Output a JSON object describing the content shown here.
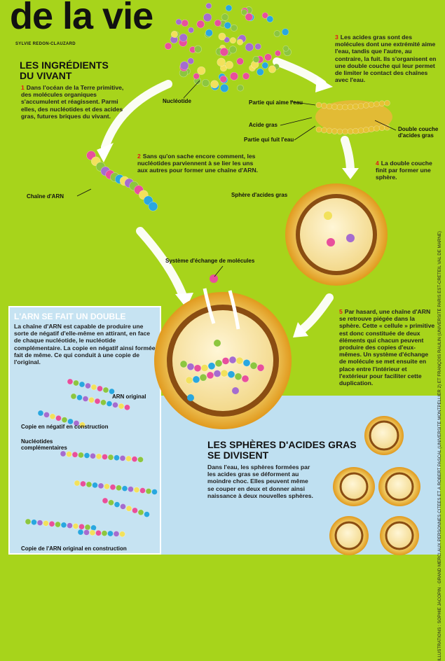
{
  "title": "de la vie",
  "byline": "SYLVIE REDON-CLAUZARD",
  "section_ingredients": {
    "heading_line1": "LES INGRÉDIENTS",
    "heading_line2": "DU VIVANT"
  },
  "steps": [
    {
      "num": "1",
      "text": "Dans l'océan de la Terre primitive, des molécules organiques s'accumulent et réagissent. Parmi elles, des nucléotides et des acides gras, futures briques du vivant."
    },
    {
      "num": "2",
      "text": "Sans qu'on sache encore comment, les nucléotides parviennent à se lier les uns aux autres pour former une chaîne d'ARN."
    },
    {
      "num": "3",
      "text": "Les acides gras sont des molécules dont une extrémité aime l'eau, tandis que l'autre, au contraire, la fuit. Ils s'organisent en une double couche qui leur permet de limiter le contact des chaînes avec l'eau."
    },
    {
      "num": "4",
      "text": "La double couche finit par former une sphère."
    },
    {
      "num": "5",
      "text": "Par hasard, une chaîne d'ARN se retrouve piégée dans la sphère. Cette « cellule » primitive est donc constituée de deux éléments qui chacun peuvent produire des copies d'eux-mêmes. Un système d'échange de molécule se met ensuite en place entre l'intérieur et l'extérieur pour faciliter cette duplication."
    }
  ],
  "labels": {
    "nucleotide": "Nucléotide",
    "partie_aime": "Partie qui aime l'eau",
    "acide_gras": "Acide gras",
    "partie_fuit": "Partie qui fuit l'eau",
    "double_couche_1": "Double couche",
    "double_couche_2": "d'acides gras",
    "chaine_arn": "Chaîne d'ARN",
    "sphere": "Sphère d'acides gras",
    "systeme": "Système d'échange de molécules",
    "arn_original": "ARN original",
    "copie_negatif": "Copie en négatif en construction",
    "nucleotides_comp_1": "Nucléotides",
    "nucleotides_comp_2": "complémentaires",
    "copie_original": "Copie de l'ARN original en construction"
  },
  "section_double": {
    "heading": "L'ARN SE FAIT UN DOUBLE",
    "text": "La chaîne d'ARN est capable de produire une sorte de négatif d'elle-même en attirant, en face de chaque nucléotide, le nucléotide complémentaire. La copie en négatif ainsi formée fait de même. Ce qui conduit à une copie de l'original."
  },
  "section_spheres": {
    "heading_line1": "LES SPHÈRES D'ACIDES GRAS",
    "heading_line2": "SE DIVISENT",
    "text": "Dans l'eau, les sphères formées par les acides gras se déforment au moindre choc. Elles peuvent même se couper en deux et donner ainsi naissance à deux nouvelles sphères."
  },
  "credit": "ILLUSTRATIONS : SOPHIE JACOPIN · GRAND MERCI AUX PERSONNES CITÉES ET À ROBERT PASCAL (UNIVERSITÉ MONTPELLIER 2) ET FRANÇOIS RAULIN (UNIVERSITÉ PARIS EST-CRÉTEIL VAL DE MARNE)",
  "colors": {
    "background": "#a7d41b",
    "panel": "#c6e3f2",
    "step_number": "#e3161b",
    "membrane": "#e6a21f"
  },
  "nucleotide_palette": [
    "#e84f9c",
    "#8cc63f",
    "#29a7df",
    "#a56ccf",
    "#f2e15c",
    "#ffffff"
  ]
}
